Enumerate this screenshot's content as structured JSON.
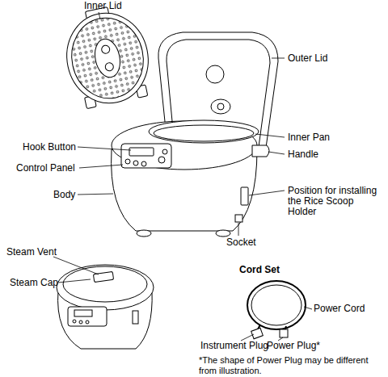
{
  "diagram": {
    "labels": [
      "Inner Lid",
      "Outer Lid",
      "Inner Pan",
      "Hook Button",
      "Handle",
      "Control Panel",
      "Body",
      "Position for installing the Rice Scoop Holder",
      "Socket",
      "Steam Vent",
      "Steam Cap",
      "Cord Set",
      "Power Cord",
      "Instrument Plug",
      "Power Plug*",
      "*The shape of Power Plug may be different from illustration."
    ]
  }
}
